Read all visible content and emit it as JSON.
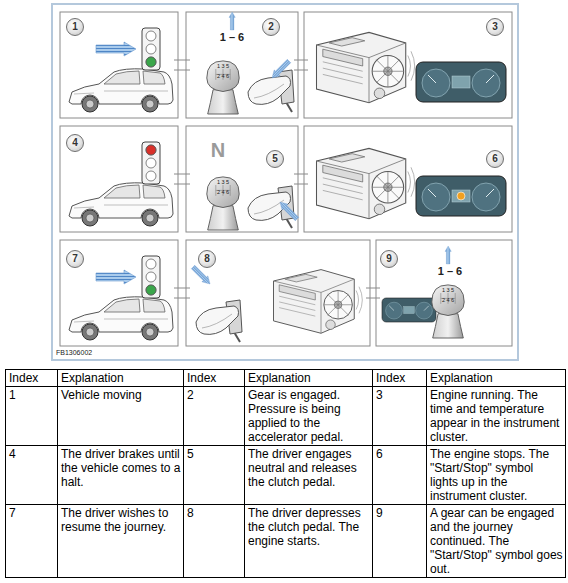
{
  "diagram": {
    "nodes": [
      {
        "text": [
          "1"
        ]
      },
      {
        "text": [
          "2"
        ]
      },
      {
        "text": [
          "3"
        ]
      },
      {
        "text": [
          "4"
        ]
      },
      {
        "text": [
          "5"
        ]
      },
      {
        "text": [
          "6"
        ]
      },
      {
        "text": [
          "7"
        ]
      },
      {
        "text": [
          "8"
        ]
      },
      {
        "text": [
          "9"
        ]
      }
    ],
    "labels": [
      "1 – 6",
      "1 3 5",
      "2 4 6",
      "N",
      "1 3 5",
      "2 4 6",
      "1 – 6",
      "1 3 5",
      "2 4 6",
      "FB1306002",
      "Index",
      "Explanation",
      "Index",
      "Explanation",
      "Index",
      "Explanation",
      "1",
      "Vehicle moving",
      "2",
      "Gear is engaged. Pressure is being applied to the accelerator pedal.",
      "3",
      "Engine running. The time and temperature appear in the instrument cluster.",
      "4",
      "The driver brakes until the vehicle comes to a halt.",
      "5",
      "The driver engages neutral and releases the clutch pedal.",
      "6",
      "The engine stops. The \"Start/Stop\" symbol lights up in the instrument cluster.",
      "7",
      "The driver wishes to resume the journey.",
      "8",
      "The driver depresses the clutch pedal. The engine starts.",
      "9",
      "A gear can be engaged and the journey continued. The \"Start/Stop\" symbol goes out."
    ]
  }
}
